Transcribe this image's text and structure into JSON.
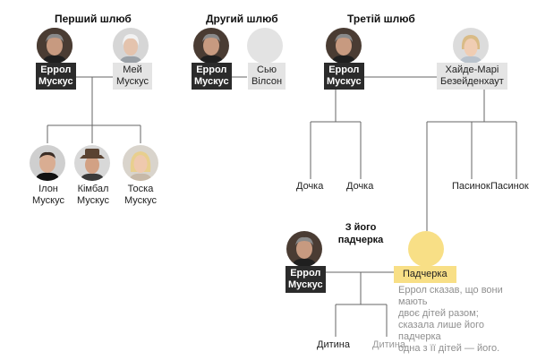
{
  "headings": {
    "first": "Перший шлюб",
    "second": "Другий шлюб",
    "third": "Третій шлюб",
    "stepdaughter_line1": "З його",
    "stepdaughter_line2": "падчерка"
  },
  "people": {
    "errol_1": {
      "line1": "Еррол",
      "line2": "Мускус"
    },
    "mei": {
      "line1": "Мей",
      "line2": "Мускус"
    },
    "elon": {
      "line1": "Ілон",
      "line2": "Мускус"
    },
    "kimbal": {
      "line1": "Кімбал",
      "line2": "Мускус"
    },
    "tosca": {
      "line1": "Тоска",
      "line2": "Мускус"
    },
    "errol_2": {
      "line1": "Еррол",
      "line2": "Мускус"
    },
    "sue": {
      "line1": "Сью",
      "line2": "Вілсон"
    },
    "errol_3": {
      "line1": "Еррол",
      "line2": "Мускус"
    },
    "heide": {
      "line1": "Хайде-Марі",
      "line2": "Безейденхаут"
    },
    "errol_4": {
      "line1": "Еррол",
      "line2": "Мускус"
    },
    "stepdaughter": {
      "label": "Падчерка"
    }
  },
  "children_third": {
    "daughter_1": "Дочка",
    "daughter_2": "Дочка",
    "stepson_1": "Пасинок",
    "stepson_2": "Пасинок"
  },
  "children_fourth": {
    "child_1": "Дитина",
    "child_2": "Дитина"
  },
  "note": {
    "line1": "Еррол сказав, що вони",
    "line2": "мають",
    "line3": "двоє дітей разом;",
    "line4": "сказала лише його",
    "line5": "падчерка",
    "line6": "одна з її дітей — його."
  },
  "colors": {
    "line": "#666666",
    "highlight": "#f8df86",
    "dark_label": "#2b2b2b",
    "placeholder": "#e3e3e3"
  }
}
